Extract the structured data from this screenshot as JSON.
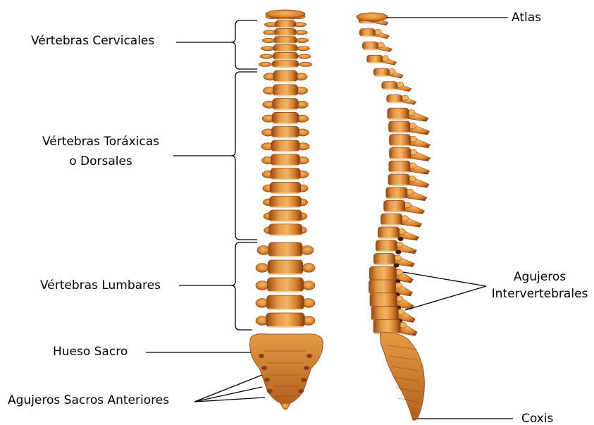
{
  "labels": {
    "cervical": "Vértebras Cervicales",
    "thoracic_line1": "Vértebras Toráxicas",
    "thoracic_line2": "o Dorsales",
    "lumbar": "Vértebras Lumbares",
    "sacrum": "Hueso Sacro",
    "sacral_foramina": "Agujeros Sacros Anteriores",
    "atlas": "Atlas",
    "intervertebral_line1": "Agujeros",
    "intervertebral_line2": "Intervertebrales",
    "coccyx": "Coxis"
  },
  "colors": {
    "bone": "#d9822b",
    "bone_light": "#f0b25a",
    "bone_dark": "#8a3f10",
    "disc": "#f5d9a3",
    "line": "#000000",
    "background": "#ffffff"
  }
}
